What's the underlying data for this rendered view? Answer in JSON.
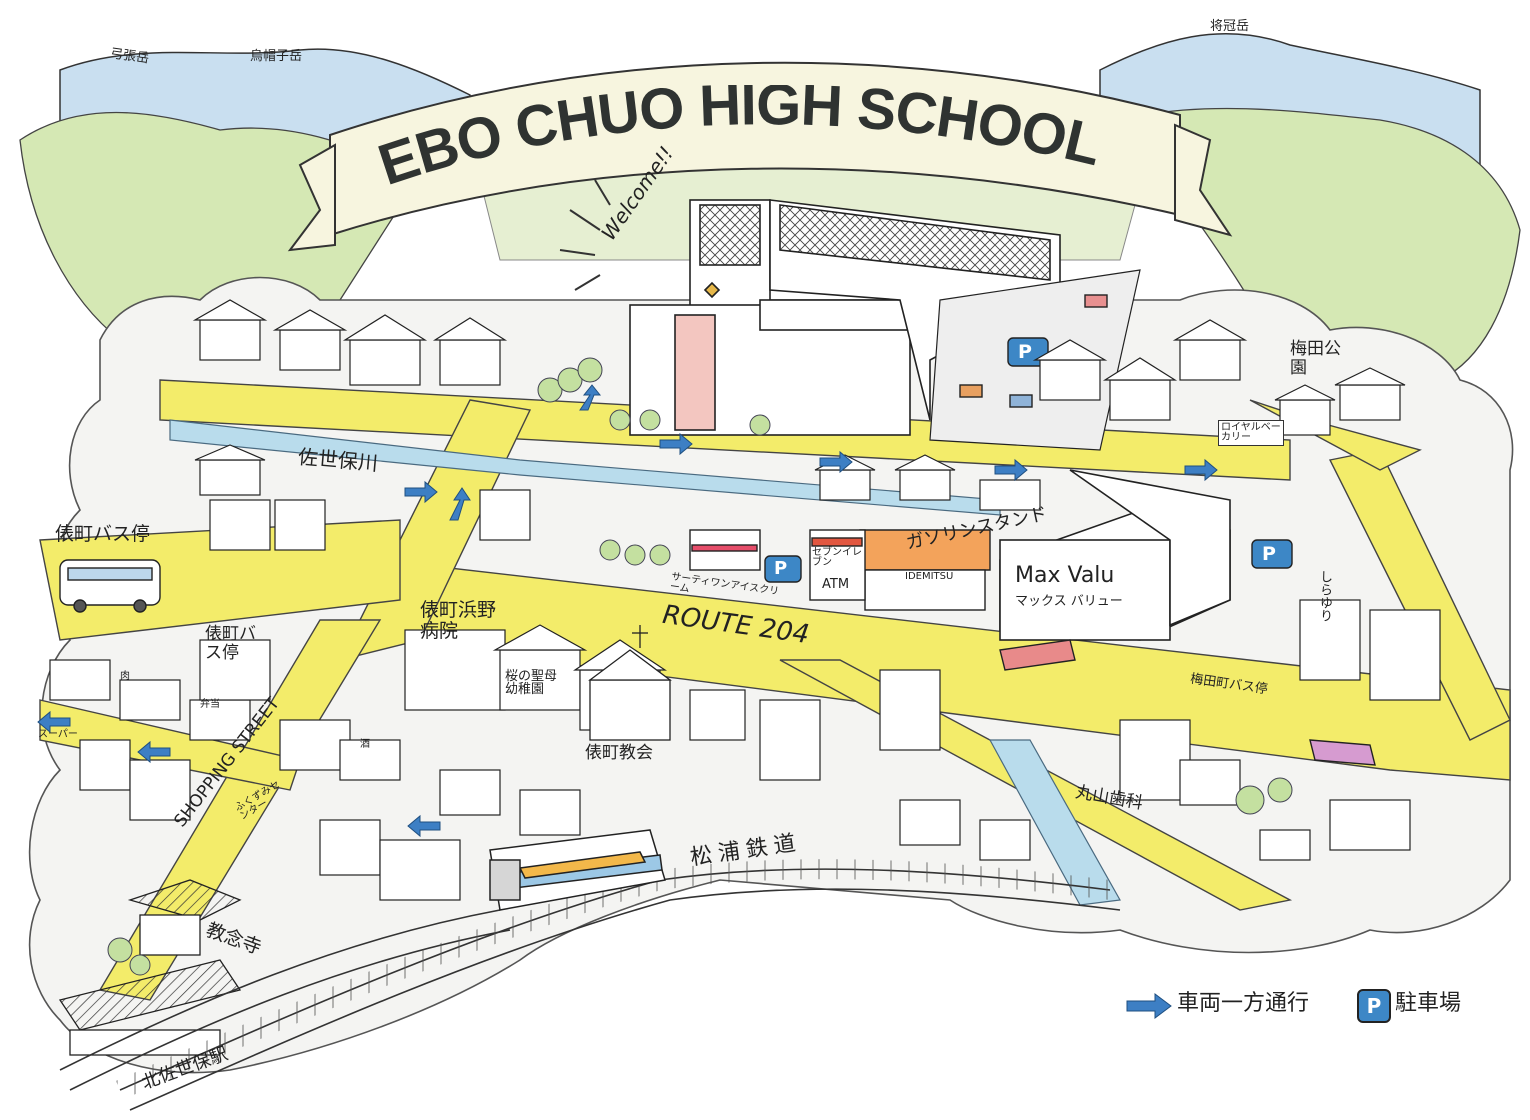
{
  "title": "SASEBO CHUO HIGH SCHOOL MAP",
  "welcome": "Welcome!!",
  "mountains": {
    "left1": "弓張岳",
    "left2": "烏帽子岳",
    "right": "将冠岳"
  },
  "road_label": "ROUTE 204",
  "shopping_street": "SHOPPING STREET",
  "places": {
    "umeda_park": "梅田公園",
    "royal_bakery": "ロイヤルベーカリー",
    "sasebo_river": "佐世保川",
    "tawaramachi_bus": "俵町バス停",
    "tawaramachi_bus2": "俵町バス停",
    "seven_eleven": "セブンイレブン",
    "atm": "ATM",
    "gas_station": "ガソリンスタンド",
    "idemitsu": "IDEMITSU",
    "maxvalu": "Max Valu",
    "maxvalu_kana": "マックス バリュー",
    "thirty_one": "サーティワンアイスクリーム",
    "hospital": "俵町浜野病院",
    "kindergarten": "桜の聖母幼稚園",
    "church": "俵町教会",
    "shirayuri": "しらゆり",
    "umedacho_bus": "梅田町バス停",
    "maruyama_dental": "丸山歯科",
    "matsuura_railway": "松浦鉄道",
    "kyonenji": "教念寺",
    "kita_sasebo_station": "北佐世保駅",
    "fukuzumi_center": "ふくずみセンター",
    "supermarket": "スーパー",
    "meat": "肉",
    "sake": "酒",
    "bento": "弁当"
  },
  "legend": {
    "oneway": "車両一方通行",
    "parking_symbol": "P",
    "parking": "駐車場"
  },
  "colors": {
    "road": "#f3ec6a",
    "river": "#b9dcec",
    "mountain": "#c9dff0",
    "tree": "#d5e8b4",
    "parking": "#3d87c6",
    "arrow": "#3d7fc4",
    "banner": "#f7f5df",
    "title": "#2f3331"
  }
}
